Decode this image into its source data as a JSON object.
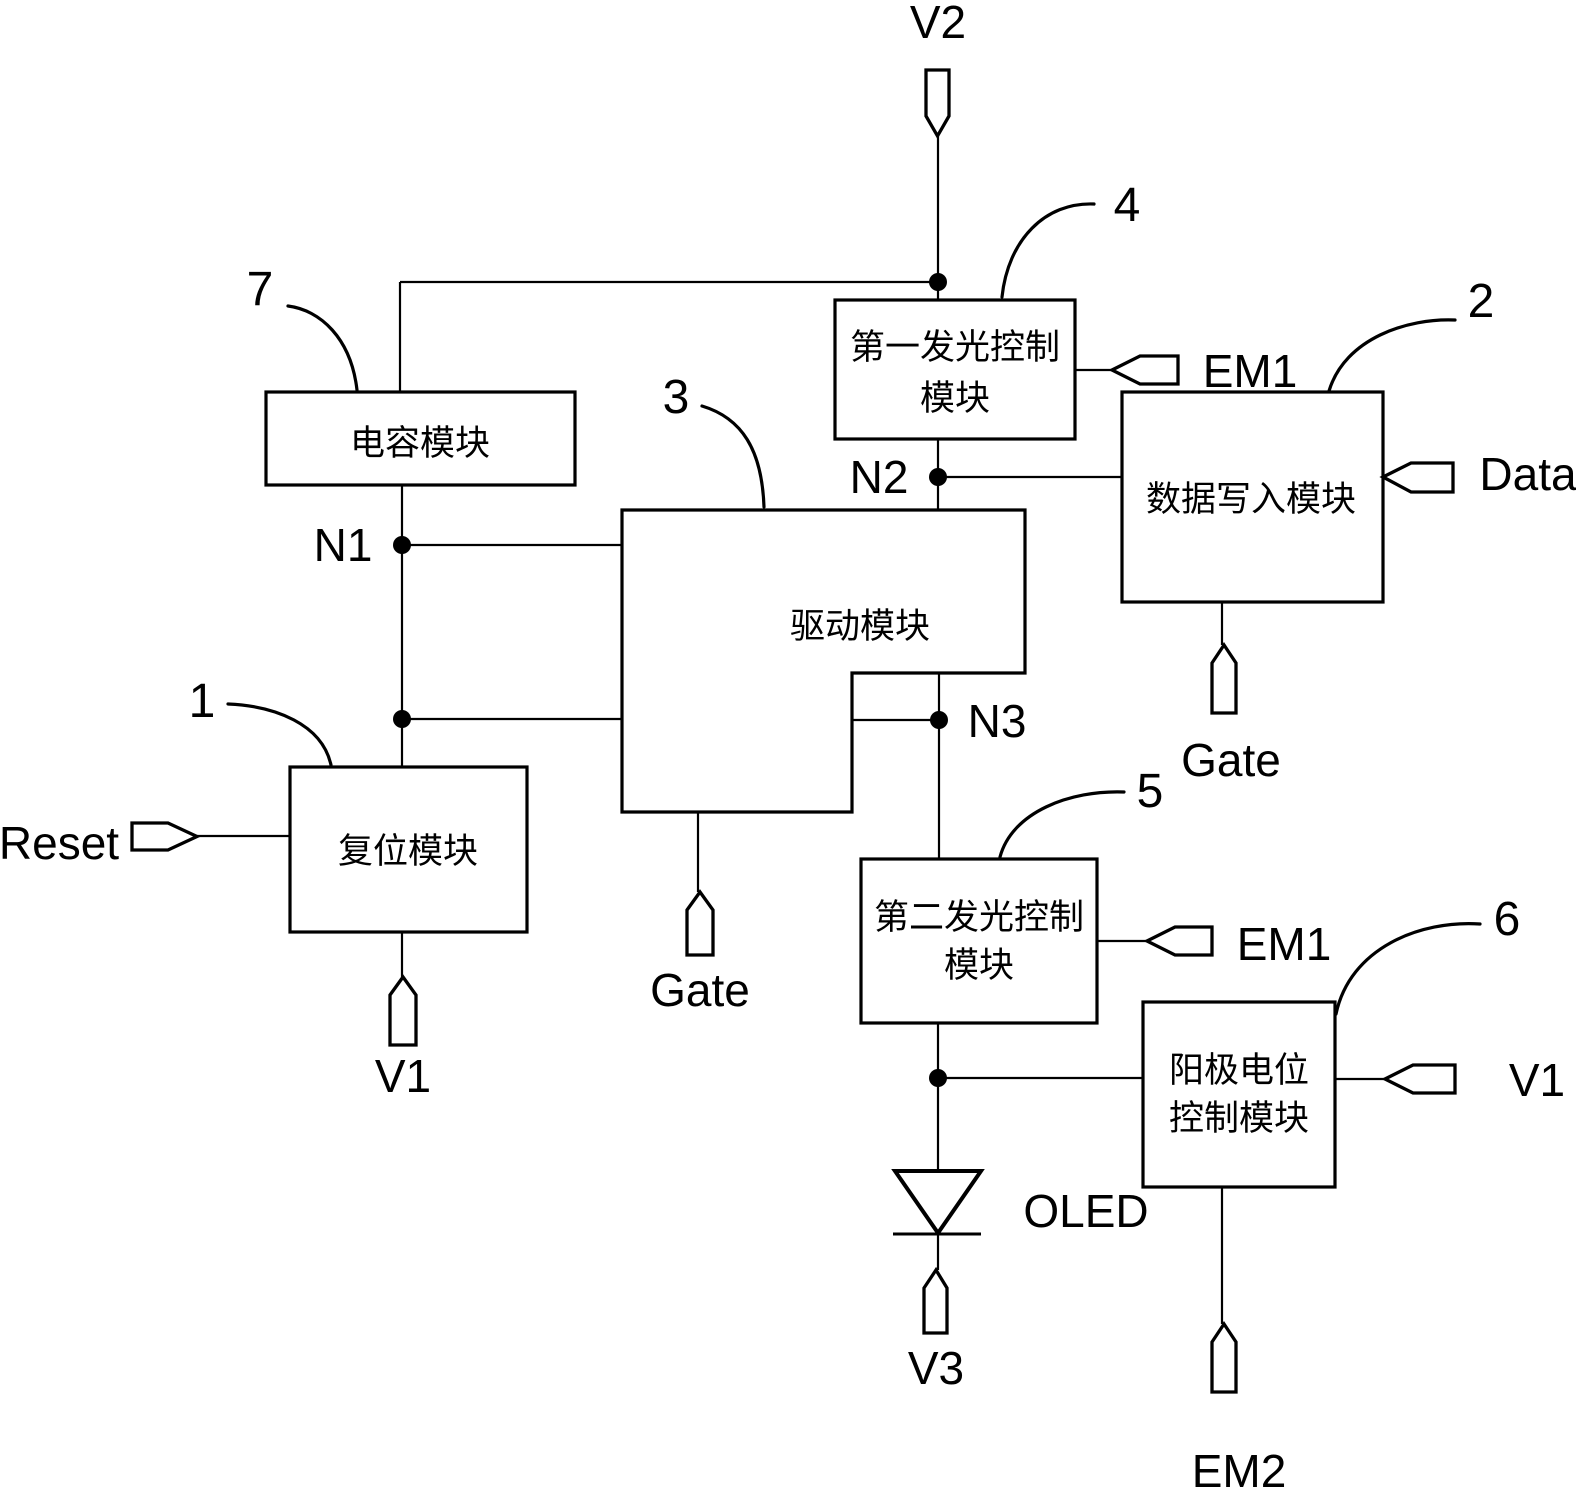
{
  "colors": {
    "ink": "#000000",
    "background": "#ffffff"
  },
  "blocks": {
    "reset": {
      "ref": "1",
      "label": "复位模块"
    },
    "data_write": {
      "ref": "2",
      "label": "数据写入模块"
    },
    "driving": {
      "ref": "3",
      "label": "驱动模块"
    },
    "first_emission": {
      "ref": "4",
      "line1": "第一发光控制",
      "line2": "模块"
    },
    "second_emission": {
      "ref": "5",
      "line1": "第二发光控制",
      "line2": "模块"
    },
    "anode_control": {
      "ref": "6",
      "line1": "阳极电位",
      "line2": "控制模块"
    },
    "capacitor": {
      "ref": "7",
      "label": "电容模块"
    }
  },
  "nodes": {
    "n1": "N1",
    "n2": "N2",
    "n3": "N3"
  },
  "ports": {
    "v2": "V2",
    "reset": "Reset",
    "em1_first": "EM1",
    "data": "Data",
    "gate_data": "Gate",
    "gate_driving": "Gate",
    "v1_reset": "V1",
    "em1_second": "EM1",
    "v1_anode": "V1",
    "v3": "V3",
    "em2": "EM2"
  },
  "device": {
    "oled": "OLED"
  }
}
